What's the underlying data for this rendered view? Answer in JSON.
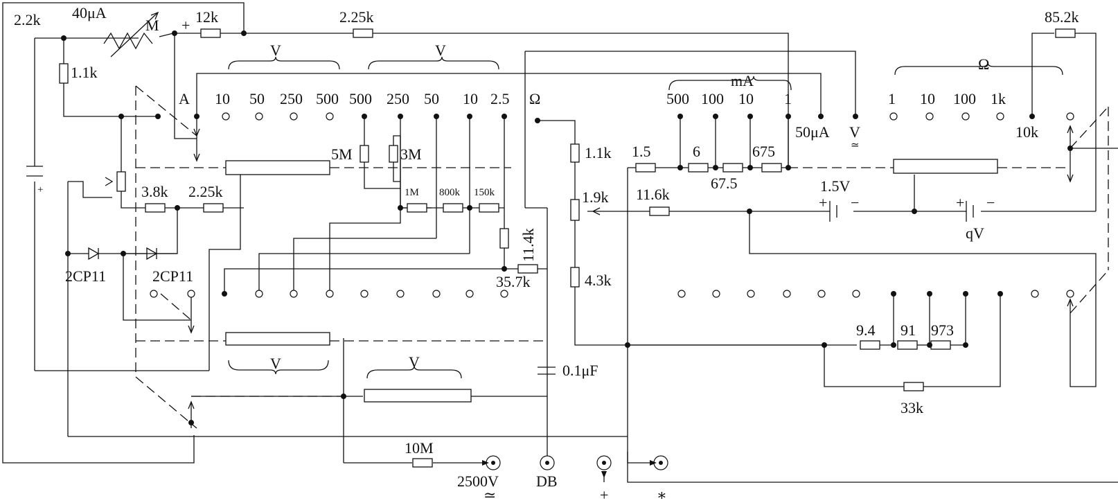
{
  "colors": {
    "ink": "#111111",
    "background": "#ffffff"
  },
  "labels": {
    "meter_sensitivity": "40μA",
    "meter_symbol": "M",
    "plus": "+",
    "minus": "−",
    "r_2_2k": "2.2k",
    "r_1_1k_top": "1.1k",
    "r_12k": "12k",
    "r_2_25k_top": "2.25k",
    "r_85_2k": "85.2k",
    "r_3_8k": "3.8k",
    "r_2_25k_mid": "2.25k",
    "r_5m": "5M",
    "r_3m": "3M",
    "r_1m": "1M",
    "r_800k": "800k",
    "r_150k": "150k",
    "r_11_4k": "11.4k",
    "r_35_7k": "35.7k",
    "r_1_1k_mid": "1.1k",
    "r_1_9k": "1.9k",
    "r_4_3k": "4.3k",
    "r_11_6k": "11.6k",
    "r_1_5": "1.5",
    "r_6": "6",
    "r_67_5": "67.5",
    "r_675": "675",
    "r_9_4": "9.4",
    "r_91": "91",
    "r_973": "973",
    "r_33k": "33k",
    "r_10m": "10M",
    "cap_01uf": "0.1μF",
    "batt_1_5v": "1.5V",
    "batt_qv": "qV",
    "diode_1": "2CP11",
    "diode_2": "2CP11",
    "terminal_2500v": "2500V",
    "terminal_db": "DB",
    "terminal_plus": "+",
    "terminal_star": "∗",
    "approx": "≃",
    "pos_a": "A",
    "pos_ohm": "Ω",
    "pos_50ua": "50μA",
    "pos_v": "V",
    "pos_10k": "10k",
    "group_mA": "mA",
    "group_ohm": "Ω",
    "group_vac": "V",
    "group_vdc": "V",
    "group_vac_low": "V",
    "group_vdc_low": "V"
  },
  "ac_ranges": [
    "10",
    "50",
    "250",
    "500"
  ],
  "dc_ranges": [
    "500",
    "250",
    "50",
    "10",
    "2.5"
  ],
  "ma_ranges": [
    "500",
    "100",
    "10",
    "1"
  ],
  "ohm_ranges": [
    "1",
    "10",
    "100",
    "1k"
  ]
}
